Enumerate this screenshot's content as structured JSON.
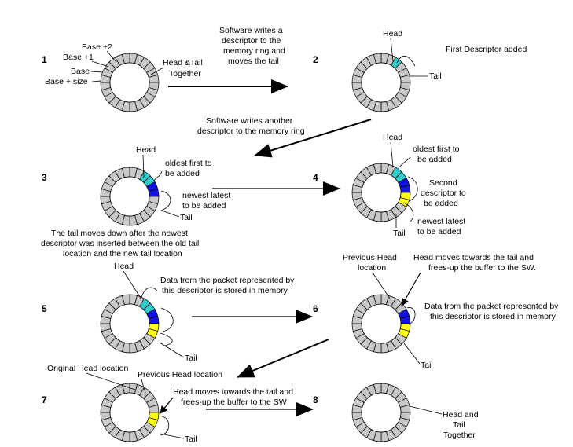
{
  "colors": {
    "segment_empty": "#c8c8c8",
    "segment_oldest": "#33cccc",
    "segment_second": "#1414e0",
    "segment_newest": "#ffff14",
    "outline": "#000000"
  },
  "steps": [
    {
      "number": "1"
    },
    {
      "number": "2"
    },
    {
      "number": "3"
    },
    {
      "number": "4"
    },
    {
      "number": "5"
    },
    {
      "number": "6"
    },
    {
      "number": "7"
    },
    {
      "number": "8"
    }
  ],
  "labels": {
    "base_plus_2": "Base +2",
    "base_plus_1": "Base +1",
    "base": "Base",
    "base_plus_size": "Base + size",
    "head_tail_together_1": "Head &Tail",
    "head_tail_together_2": "Together",
    "sw_writes_1": "Software writes a",
    "sw_writes_2": "descriptor to the",
    "sw_writes_3": "memory ring and",
    "sw_writes_4": "moves the tail",
    "head": "Head",
    "tail": "Tail",
    "first_descriptor_added": "First Descriptor added",
    "sw_writes_another_1": "Software writes another",
    "sw_writes_another_2": "descriptor to the memory ring",
    "oldest_1": "oldest first to",
    "oldest_2": "be added",
    "newest_1": "newest latest",
    "newest_2": "to be added",
    "second_1": "Second",
    "second_2": "descriptor to",
    "second_3": "be added",
    "tail_moves_1": "The tail moves down after the newest",
    "tail_moves_2": "descriptor was inserted between the old tail",
    "tail_moves_3": "location and the new tail location",
    "data_packet_1": "Data from the packet represented by",
    "data_packet_2": "this descriptor is stored in memory",
    "previous_head_1": "Previous Head",
    "previous_head_2": "location",
    "head_moves_1": "Head moves towards the tail and",
    "head_moves_2": "frees-up the buffer to the SW.",
    "original_head_location": "Original Head location",
    "previous_head_location": "Previous Head location",
    "head_moves_7_1": "Head moves towards the tail and",
    "head_moves_7_2": "frees-up the buffer to the SW",
    "head_and_tail_1": "Head and",
    "head_and_tail_2": "Tail",
    "head_and_tail_3": "Together"
  },
  "rings": [
    {
      "step": "1",
      "filled": []
    },
    {
      "step": "2",
      "filled": [
        {
          "segment": 2,
          "color": "oldest"
        }
      ]
    },
    {
      "step": "3",
      "filled": [
        {
          "segment": 2,
          "color": "oldest"
        },
        {
          "segment": 3,
          "color": "oldest"
        },
        {
          "segment": 4,
          "color": "second"
        },
        {
          "segment": 5,
          "color": "second"
        }
      ]
    },
    {
      "step": "4",
      "filled": [
        {
          "segment": 2,
          "color": "oldest"
        },
        {
          "segment": 3,
          "color": "oldest"
        },
        {
          "segment": 4,
          "color": "second"
        },
        {
          "segment": 5,
          "color": "second"
        },
        {
          "segment": 6,
          "color": "newest"
        },
        {
          "segment": 7,
          "color": "newest"
        }
      ]
    },
    {
      "step": "5",
      "filled": [
        {
          "segment": 2,
          "color": "oldest"
        },
        {
          "segment": 3,
          "color": "oldest"
        },
        {
          "segment": 4,
          "color": "second"
        },
        {
          "segment": 5,
          "color": "second"
        },
        {
          "segment": 6,
          "color": "newest"
        },
        {
          "segment": 7,
          "color": "newest"
        }
      ]
    },
    {
      "step": "6",
      "filled": [
        {
          "segment": 4,
          "color": "second"
        },
        {
          "segment": 5,
          "color": "second"
        },
        {
          "segment": 6,
          "color": "newest"
        },
        {
          "segment": 7,
          "color": "newest"
        }
      ]
    },
    {
      "step": "7",
      "filled": [
        {
          "segment": 6,
          "color": "newest"
        },
        {
          "segment": 7,
          "color": "newest"
        }
      ]
    },
    {
      "step": "8",
      "filled": []
    }
  ]
}
